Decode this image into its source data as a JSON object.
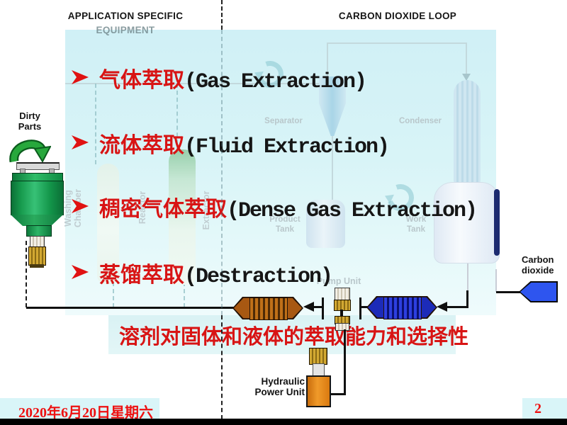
{
  "slide": {
    "left_title_line1": "APPLICATION SPECIFIC",
    "left_title_line2": "EQUIPMENT",
    "right_title": "CARBON DIOXIDE LOOP"
  },
  "bullets": [
    {
      "zh": "气体萃取",
      "en": "(Gas Extraction)"
    },
    {
      "zh": "流体萃取",
      "en": "(Fluid Extraction)"
    },
    {
      "zh": "稠密气体萃取",
      "en": "(Dense Gas Extraction)"
    },
    {
      "zh": "蒸馏萃取",
      "en": "(Destraction)"
    }
  ],
  "caption": "溶剂对固体和液体的萃取能力和选择性",
  "diagram_labels": {
    "dirty_parts_1": "Dirty",
    "dirty_parts_2": "Parts",
    "washing_1": "Washing",
    "washing_2": "Chamber",
    "reactor": "Reactor",
    "extractor": "Extractor",
    "separator": "Separator",
    "condenser": "Condenser",
    "product_tank_1": "Product",
    "product_tank_2": "Tank",
    "work_tank_1": "Work",
    "work_tank_2": "Tank",
    "pump_unit": "Pump Unit",
    "hydraulic_1": "Hydraulic",
    "hydraulic_2": "Power Unit",
    "carbon_1": "Carbon",
    "carbon_2": "dioxide"
  },
  "footer": {
    "date": "2020年6月20日星期六",
    "page": "2"
  },
  "colors": {
    "accent_red": "#d81414",
    "panel_cyan": "#d5f2f6",
    "vessel_green": "#16994c",
    "hx_orange": "#b05c10",
    "hx_blue": "#2d3fe0",
    "navy": "#1b2a70",
    "gold": "#c49a28"
  }
}
